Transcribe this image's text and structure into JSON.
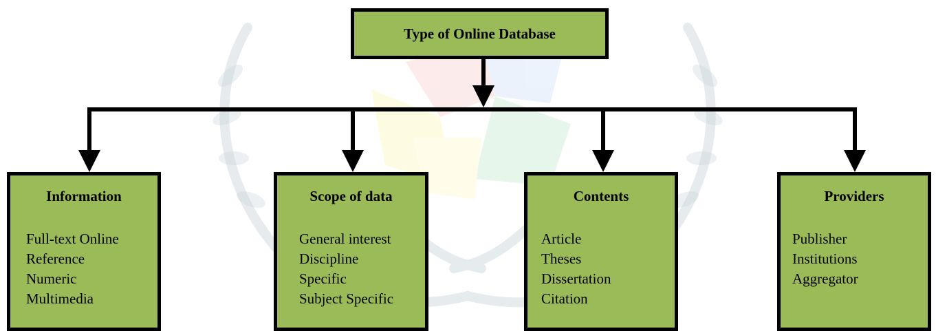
{
  "root": {
    "title": "Type of Online Database"
  },
  "categories": [
    {
      "heading": "Information",
      "items": [
        "Full-text Online",
        "Reference",
        "Numeric",
        "Multimedia"
      ]
    },
    {
      "heading": "Scope of data",
      "items": [
        "General interest",
        "Discipline",
        "Specific",
        "Subject Specific"
      ]
    },
    {
      "heading": "Contents",
      "items": [
        "Article",
        "Theses",
        "Dissertation",
        "Citation"
      ]
    },
    {
      "heading": "Providers",
      "items": [
        "Publisher",
        "Institutions",
        "Aggregator"
      ]
    }
  ],
  "colors": {
    "box_fill": "#9bbb59",
    "border": "#000000"
  }
}
